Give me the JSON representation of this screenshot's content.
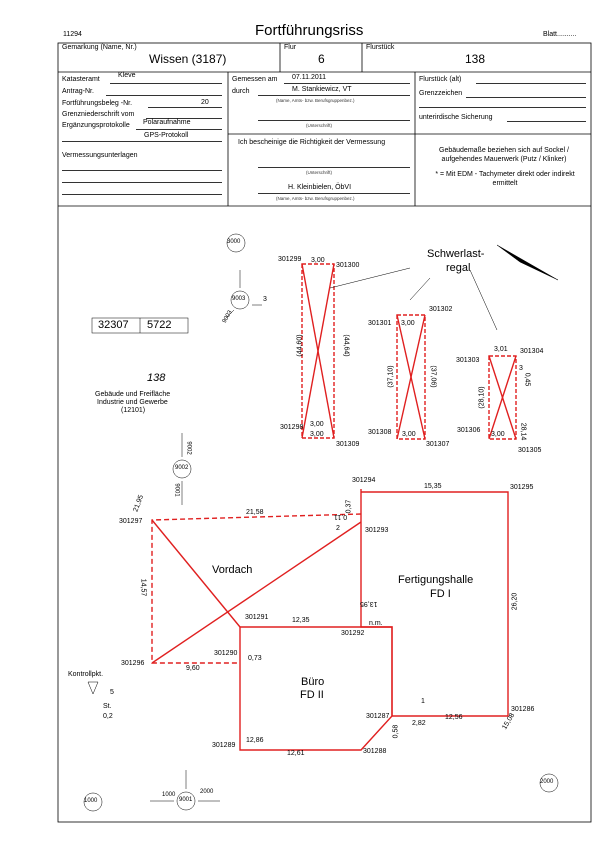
{
  "header": {
    "doc_number": "11294",
    "title": "Fortführungsriss",
    "sheet_label": "Blatt.........."
  },
  "row1": {
    "gemarkung_label": "Gemarkung (Name, Nr.)",
    "gemarkung_value": "Wissen (3187)",
    "flur_label": "Flur",
    "flur_value": "6",
    "flurstueck_label": "Flurstück",
    "flurstueck_value": "138"
  },
  "left": {
    "katasteramt_label": "Katasteramt",
    "katasteramt_value": "Kleve",
    "antrag_label": "Antrag-Nr.",
    "beleg_label": "Fortführungsbeleg -Nr.",
    "beleg_value": "20",
    "grenz_label": "Grenzniederschrift vom",
    "ergaenz_label": "Ergänzungsprotokolle",
    "ergaenz_value1": "Polaraufnahme",
    "ergaenz_value2": "GPS-Protokoll",
    "unterlagen_label": "Vermessungsunterlagen"
  },
  "middle": {
    "gemessen_label": "Gemessen am",
    "gemessen_value": "07.11.2011",
    "durch_label": "durch",
    "durch_value": "M. Stankiewicz, VT",
    "name_caption": "(Name, Amts- bzw. Berufsgruppenbez.)",
    "sign_caption": "(Unterschrift)",
    "certify_text": "Ich bescheinige die Richtigkeit der Vermessung",
    "sign_caption2": "(Unterschrift)",
    "officer": "H. Kleinbielen, ÖbVI",
    "name_caption2": "(Name, Amts- bzw. Berufsgruppenbez.)"
  },
  "right": {
    "alt_label": "Flurstück (alt)",
    "grenz_label": "Grenzzeichen",
    "sicherung_label": "unterirdische Sicherung",
    "note1": "Gebäudemaße beziehen sich auf Sockel / aufgehendes Mauerwerk (Putz / Klinker)",
    "note2": "* = Mit EDM - Tachymeter direkt oder indirekt ermittelt"
  },
  "drawing": {
    "schwerlast_label": "Schwerlast-",
    "regal_label": "regal",
    "map_sheet": [
      "32307",
      "5722"
    ],
    "parcel_number": "138",
    "parcel_use1": "Gebäude und Freifläche",
    "parcel_use2": "Industrie und Gewerbe",
    "parcel_code": "(12101)",
    "vordach": "Vordach",
    "fertigungshalle": "Fertigungshalle",
    "fd1": "FD I",
    "buero": "Büro",
    "fd2": "FD II",
    "kontrollpkt": "Kontrollpkt.",
    "nm": "n.m.",
    "st_label": "St.",
    "st_value": "0,2",
    "kp_value": "5",
    "points": [
      "301299",
      "301300",
      "301298",
      "301309",
      "301301",
      "301302",
      "301308",
      "301307",
      "301303",
      "301304",
      "301306",
      "301305",
      "301294",
      "301295",
      "301297",
      "301293",
      "301291",
      "301292",
      "301296",
      "301290",
      "301289",
      "301288",
      "301287",
      "301286"
    ],
    "dims_h": [
      "3,00",
      "3,00",
      "3,00",
      "3,00",
      "3,00",
      "3,00",
      "3,01",
      "15,35",
      "21,58",
      "12,35",
      "12,56",
      "12,61",
      "12,86",
      "9,60",
      "0,73",
      "2,82"
    ],
    "dims_v": [
      "(44,60)",
      "(44,64)",
      "(37,10)",
      "(37,06)",
      "(28,10)",
      "28,14",
      "0,45",
      "3",
      "14,57",
      "26,20",
      "15,08",
      "0,58",
      "13,95",
      "0,11",
      "0,37",
      "21,95"
    ],
    "station_labels": [
      "3000",
      "9003",
      "9003",
      "9002",
      "9001",
      "9002",
      "2000",
      "1000",
      "9001",
      "1000",
      "2000",
      "3",
      "2",
      "1"
    ]
  }
}
